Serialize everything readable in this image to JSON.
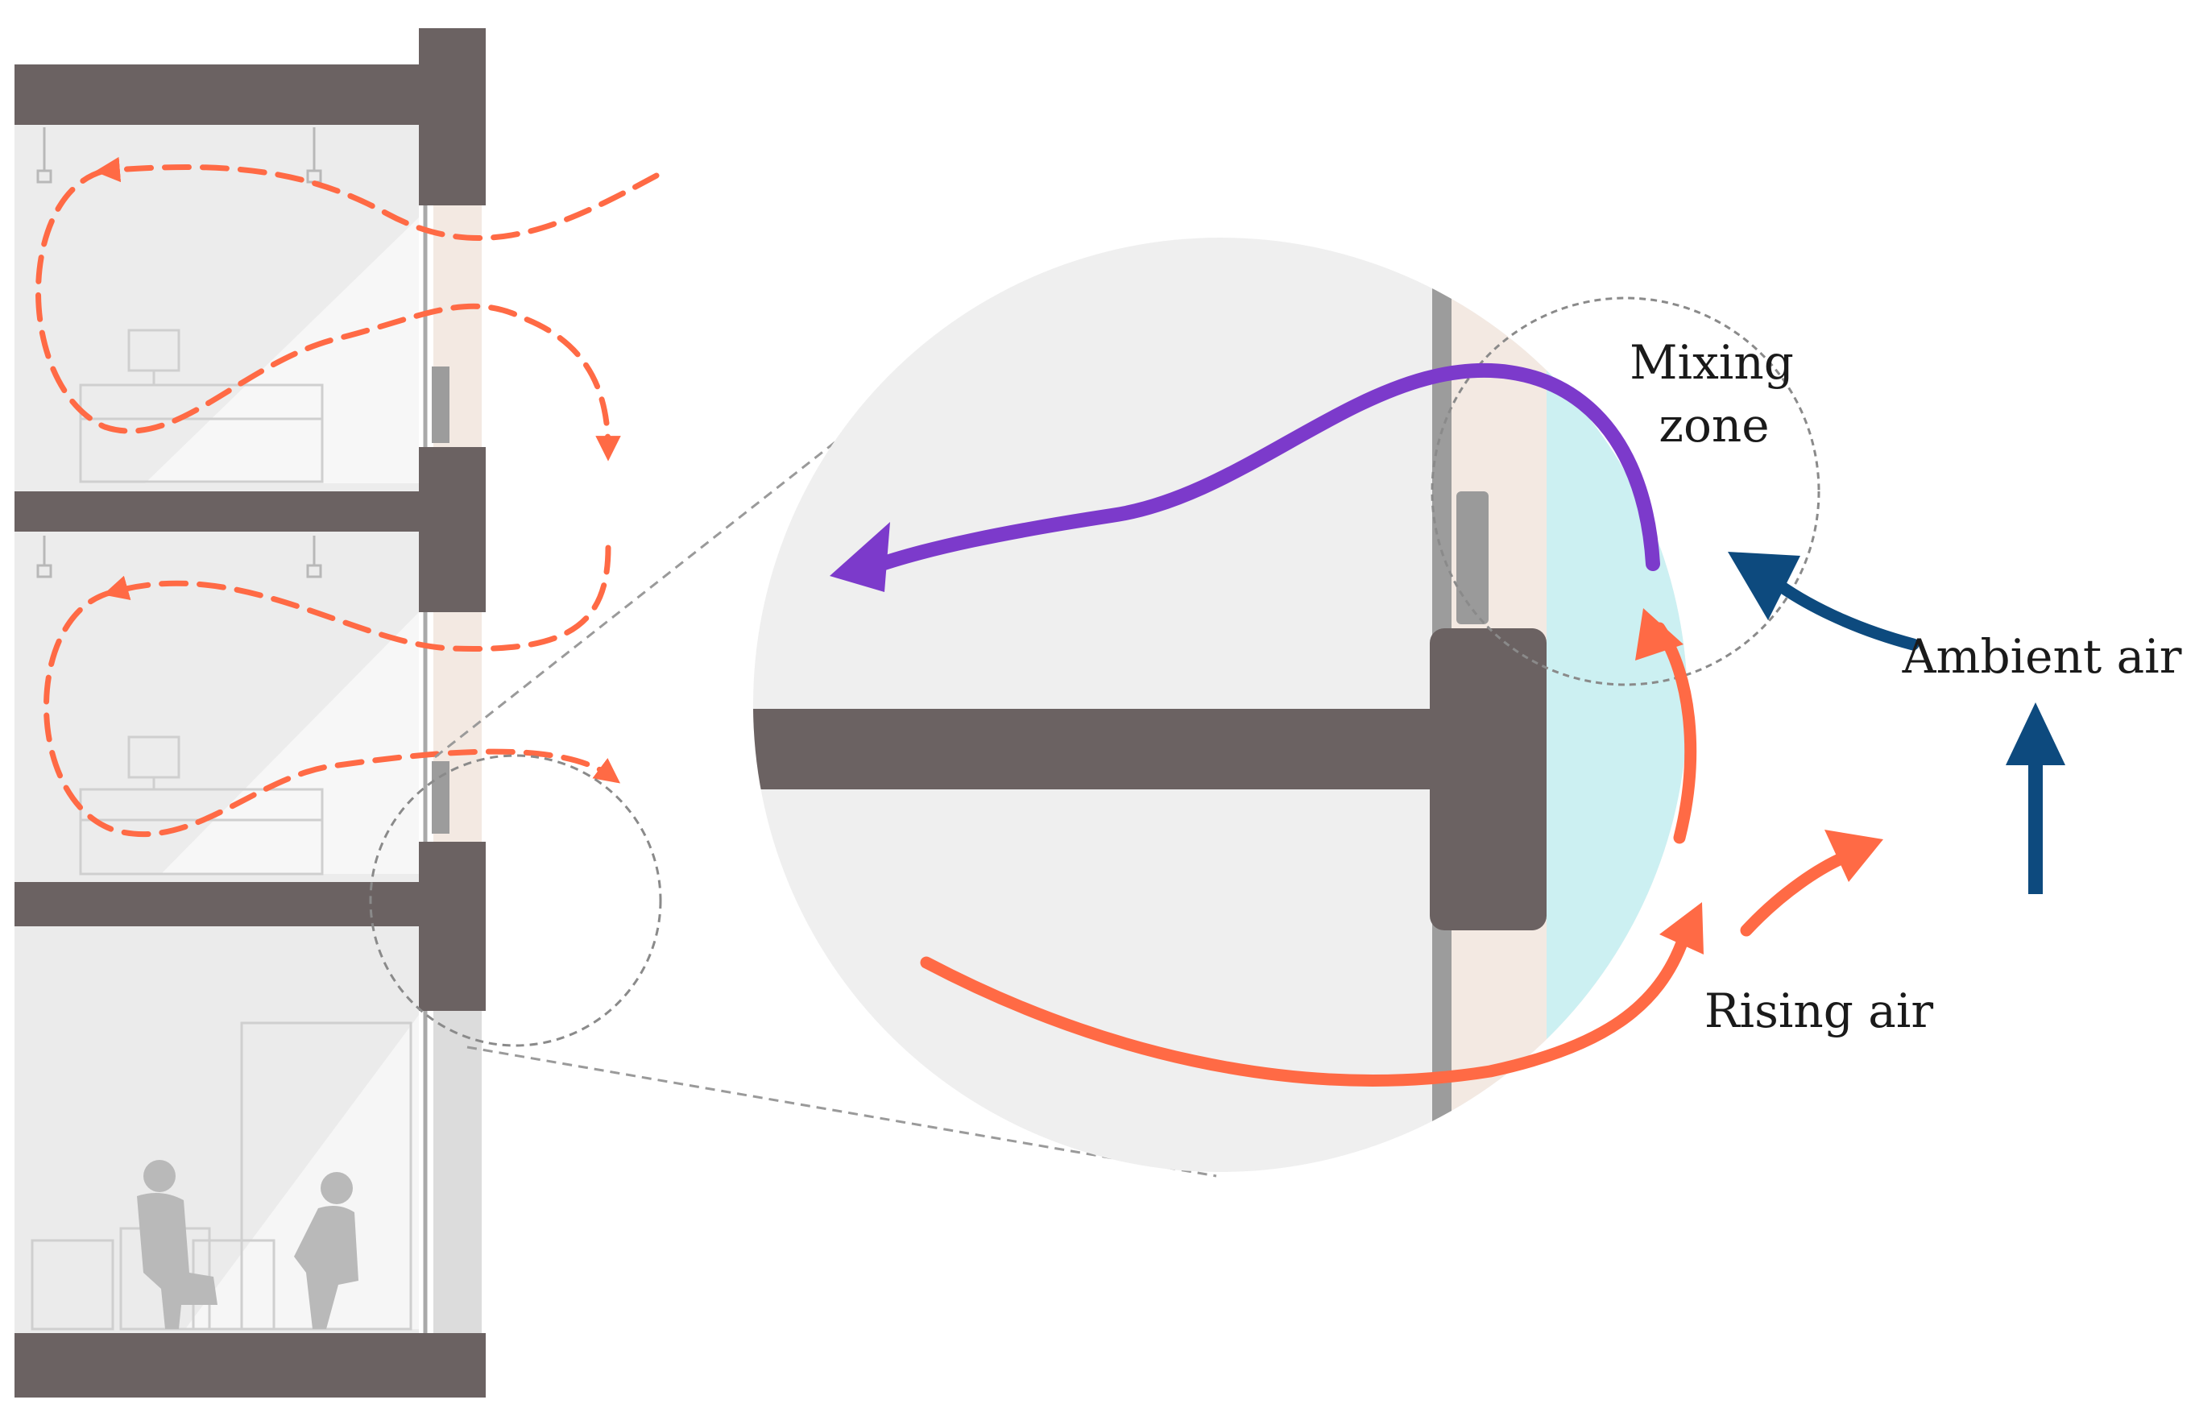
{
  "labels": {
    "mixing_zone_line1": "Mixing",
    "mixing_zone_line2": "zone",
    "ambient_air": "Ambient air",
    "rising_air": "Rising air"
  },
  "colors": {
    "structure": "#6b6262",
    "room_fill": "#ececec",
    "detail_circle_fill": "#efefef",
    "glazing_cavity": "#f3e9e2",
    "mixing_fill": "#ccf0f2",
    "airflow_dashed": "#ff6a45",
    "rising_air": "#ff6a45",
    "mixed_air": "#7c3acb",
    "ambient_air": "#0d4a7e",
    "guide_lines": "#9a9a9a"
  },
  "icons": [
    "occupant-silhouette-icon",
    "desk-workstation-icon",
    "ceiling-light-icon"
  ]
}
